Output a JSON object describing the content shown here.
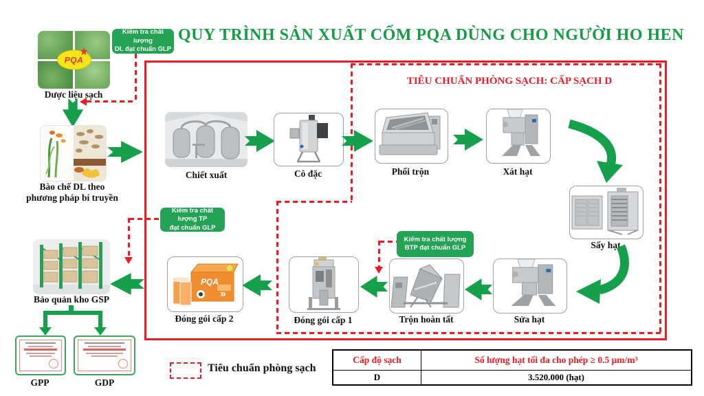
{
  "title": "QUY TRÌNH SẢN XUẤT CỐM PQA DÙNG CHO NGƯỜI HO HEN",
  "cleanroom_heading": "TIÊU CHUẨN PHÒNG SẠCH: CẤP SẠCH D",
  "supply_chain": {
    "step1_label": "Dược liệu sạch",
    "step2_label_line1": "Bào chế DL theo",
    "step2_label_line2": "phương pháp bí truyền",
    "step3_label": "Bảo quản kho GSP",
    "cert1_label": "GPP",
    "cert2_label": "GDP",
    "logo_text": "PQA"
  },
  "callouts": {
    "dl": {
      "line1": "Kiểm tra chất lượng",
      "line2": "DL đạt chuẩn GLP"
    },
    "tp": {
      "line1": "Kiểm tra chất lượng TP",
      "line2": "đạt chuẩn GLP"
    },
    "btp": {
      "line1": "Kiểm tra chất lượng",
      "line2": "BTP đạt chuẩn GLP"
    }
  },
  "process": {
    "extraction": "Chiết xuất",
    "concentration": "Cô đặc",
    "mixing": "Phối trộn",
    "granulating": "Xát hạt",
    "drying": "Sấy hạt",
    "grain_fixing": "Sửa hạt",
    "final_mixing": "Trộn hoàn tất",
    "packaging1": "Đóng gói cấp 1",
    "packaging2": "Đóng gói cấp 2"
  },
  "product_box": {
    "brand": "PQA"
  },
  "legend_label": "Tiêu chuẩn phòng sạch",
  "table": {
    "col1_header": "Cấp độ sạch",
    "col2_header": "Số lượng hạt tối đa cho phép ≥ 0.5 μm/m³",
    "row1_col1": "D",
    "row1_col2": "3.520.000 (hạt)"
  },
  "colors": {
    "green": "#17A04B",
    "red": "#EC1C24",
    "callout_green": "#23A353",
    "logo_yellow": "#F7E51C"
  }
}
